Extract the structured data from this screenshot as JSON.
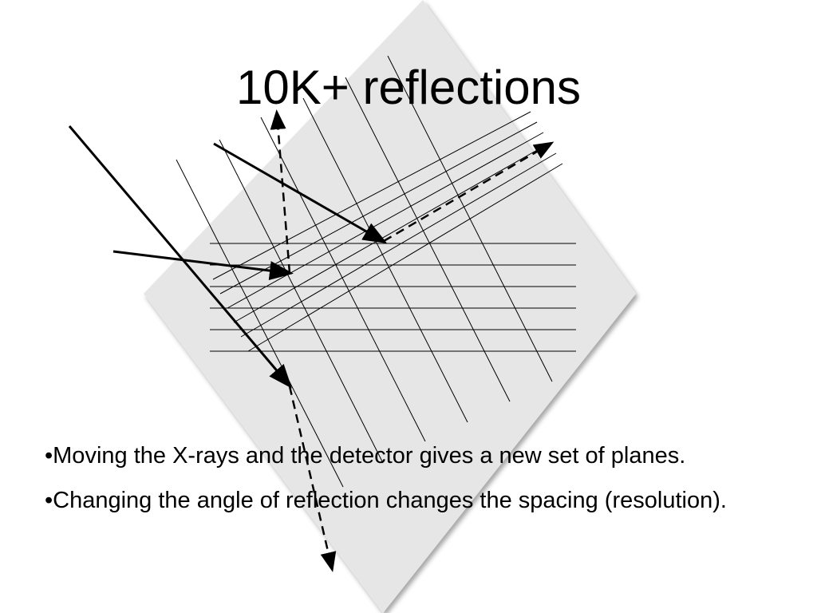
{
  "slide": {
    "title": "10K+ reflections",
    "bullets": [
      "•Moving the X-rays and the detector gives a new set of planes.",
      "•Changing the angle of reflection changes the spacing (resolution)."
    ]
  },
  "colors": {
    "background": "#ffffff",
    "diamond_fill": "#e6e6e6",
    "lines": "#000000"
  }
}
